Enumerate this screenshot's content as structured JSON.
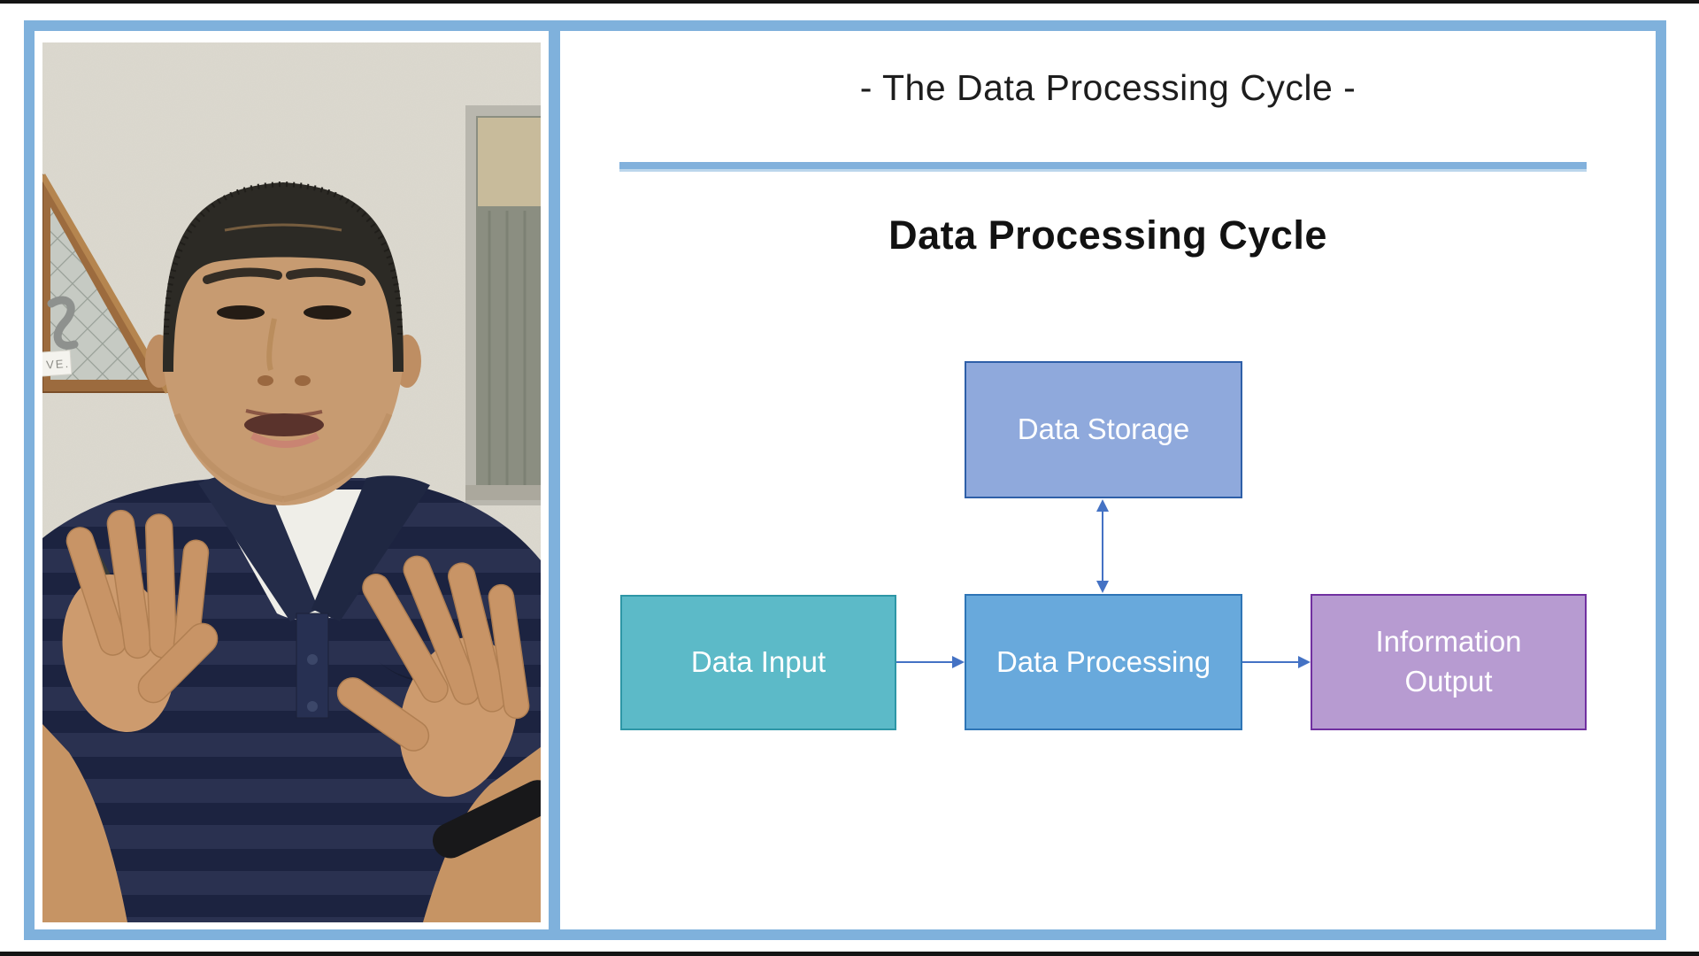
{
  "video": {
    "letterbox_color": "#141414",
    "frame_color": "#7FB1DC"
  },
  "webcam": {
    "tag_text": "VE.",
    "wall_color": "#DCD9CF",
    "skin_color": "#C79B71",
    "shirt_color": "#2A3150",
    "shirt_stripe_color": "#1C2340"
  },
  "slide": {
    "title": "- The Data Processing Cycle -",
    "heading": "Data Processing Cycle",
    "underline_color": "#82B1DC",
    "diagram": {
      "arrow_color": "#4472C4",
      "nodes": [
        {
          "id": "data-storage",
          "label": "Data Storage",
          "fill": "#8FA9DC",
          "border": "#2E5FA8"
        },
        {
          "id": "data-input",
          "label": "Data Input",
          "fill": "#5CBAC8",
          "border": "#2E96A6"
        },
        {
          "id": "data-processing",
          "label": "Data Processing",
          "fill": "#68A9DC",
          "border": "#2E75B6"
        },
        {
          "id": "information-output",
          "label": "Information Output",
          "fill": "#B79BD1",
          "border": "#7030A0"
        }
      ],
      "edges": [
        {
          "from": "data-input",
          "to": "data-processing",
          "style": "arrow"
        },
        {
          "from": "data-processing",
          "to": "information-output",
          "style": "arrow"
        },
        {
          "from": "data-processing",
          "to": "data-storage",
          "style": "double-arrow"
        }
      ]
    }
  }
}
